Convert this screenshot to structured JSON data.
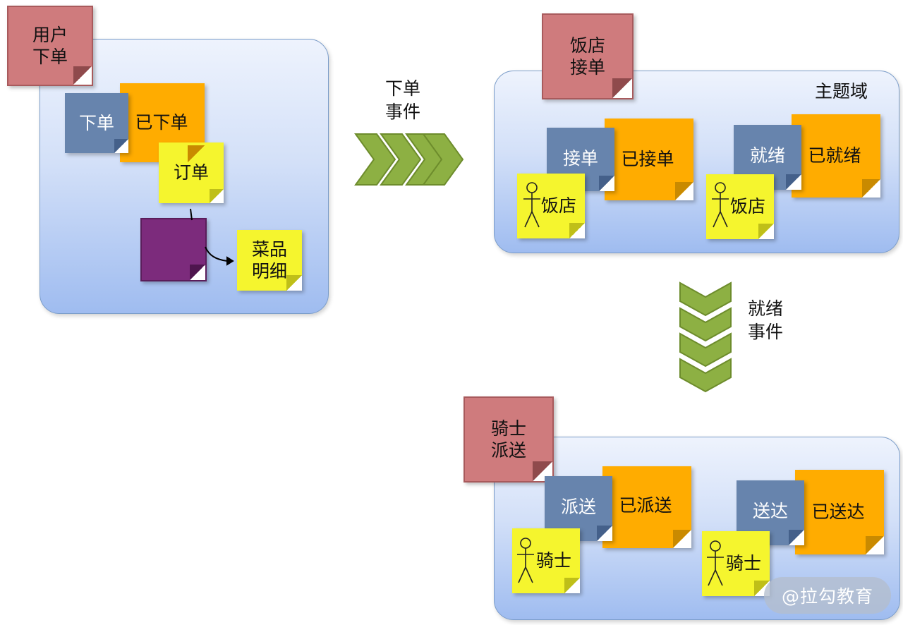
{
  "diagram": {
    "domain1": {
      "command_trigger": "用户下单",
      "command_trigger_lines": [
        "用户",
        "下单"
      ],
      "command": "下单",
      "event": "已下单",
      "aggregate": "订单",
      "entity": "菜品明细",
      "entity_lines": [
        "菜品",
        "明细"
      ]
    },
    "arrow1": {
      "label_lines": [
        "下单",
        "事件"
      ]
    },
    "domain2": {
      "command_trigger_lines": [
        "饭店",
        "接单"
      ],
      "title": "主题域",
      "groups": [
        {
          "command": "接单",
          "event": "已接单",
          "actor": "饭店"
        },
        {
          "command": "就绪",
          "event": "已就绪",
          "actor": "饭店"
        }
      ]
    },
    "arrow2": {
      "label_lines": [
        "就绪",
        "事件"
      ]
    },
    "domain3": {
      "command_trigger_lines": [
        "骑士",
        "派送"
      ],
      "groups": [
        {
          "command": "派送",
          "event": "已派送",
          "actor": "骑士"
        },
        {
          "command": "送达",
          "event": "已送达",
          "actor": "骑士"
        }
      ]
    },
    "watermark": "@拉勾教育",
    "colors": {
      "domain_fill_top": "#eef3fd",
      "domain_fill_bottom": "#9fbcf0",
      "domain_border": "#7a9cc9",
      "trigger": "#cf7b7d",
      "command": "#6784ad",
      "event": "#ffac00",
      "aggregate_actor": "#f5f52e",
      "entity_marker": "#7c2b7c",
      "arrow": "#8db043"
    }
  }
}
